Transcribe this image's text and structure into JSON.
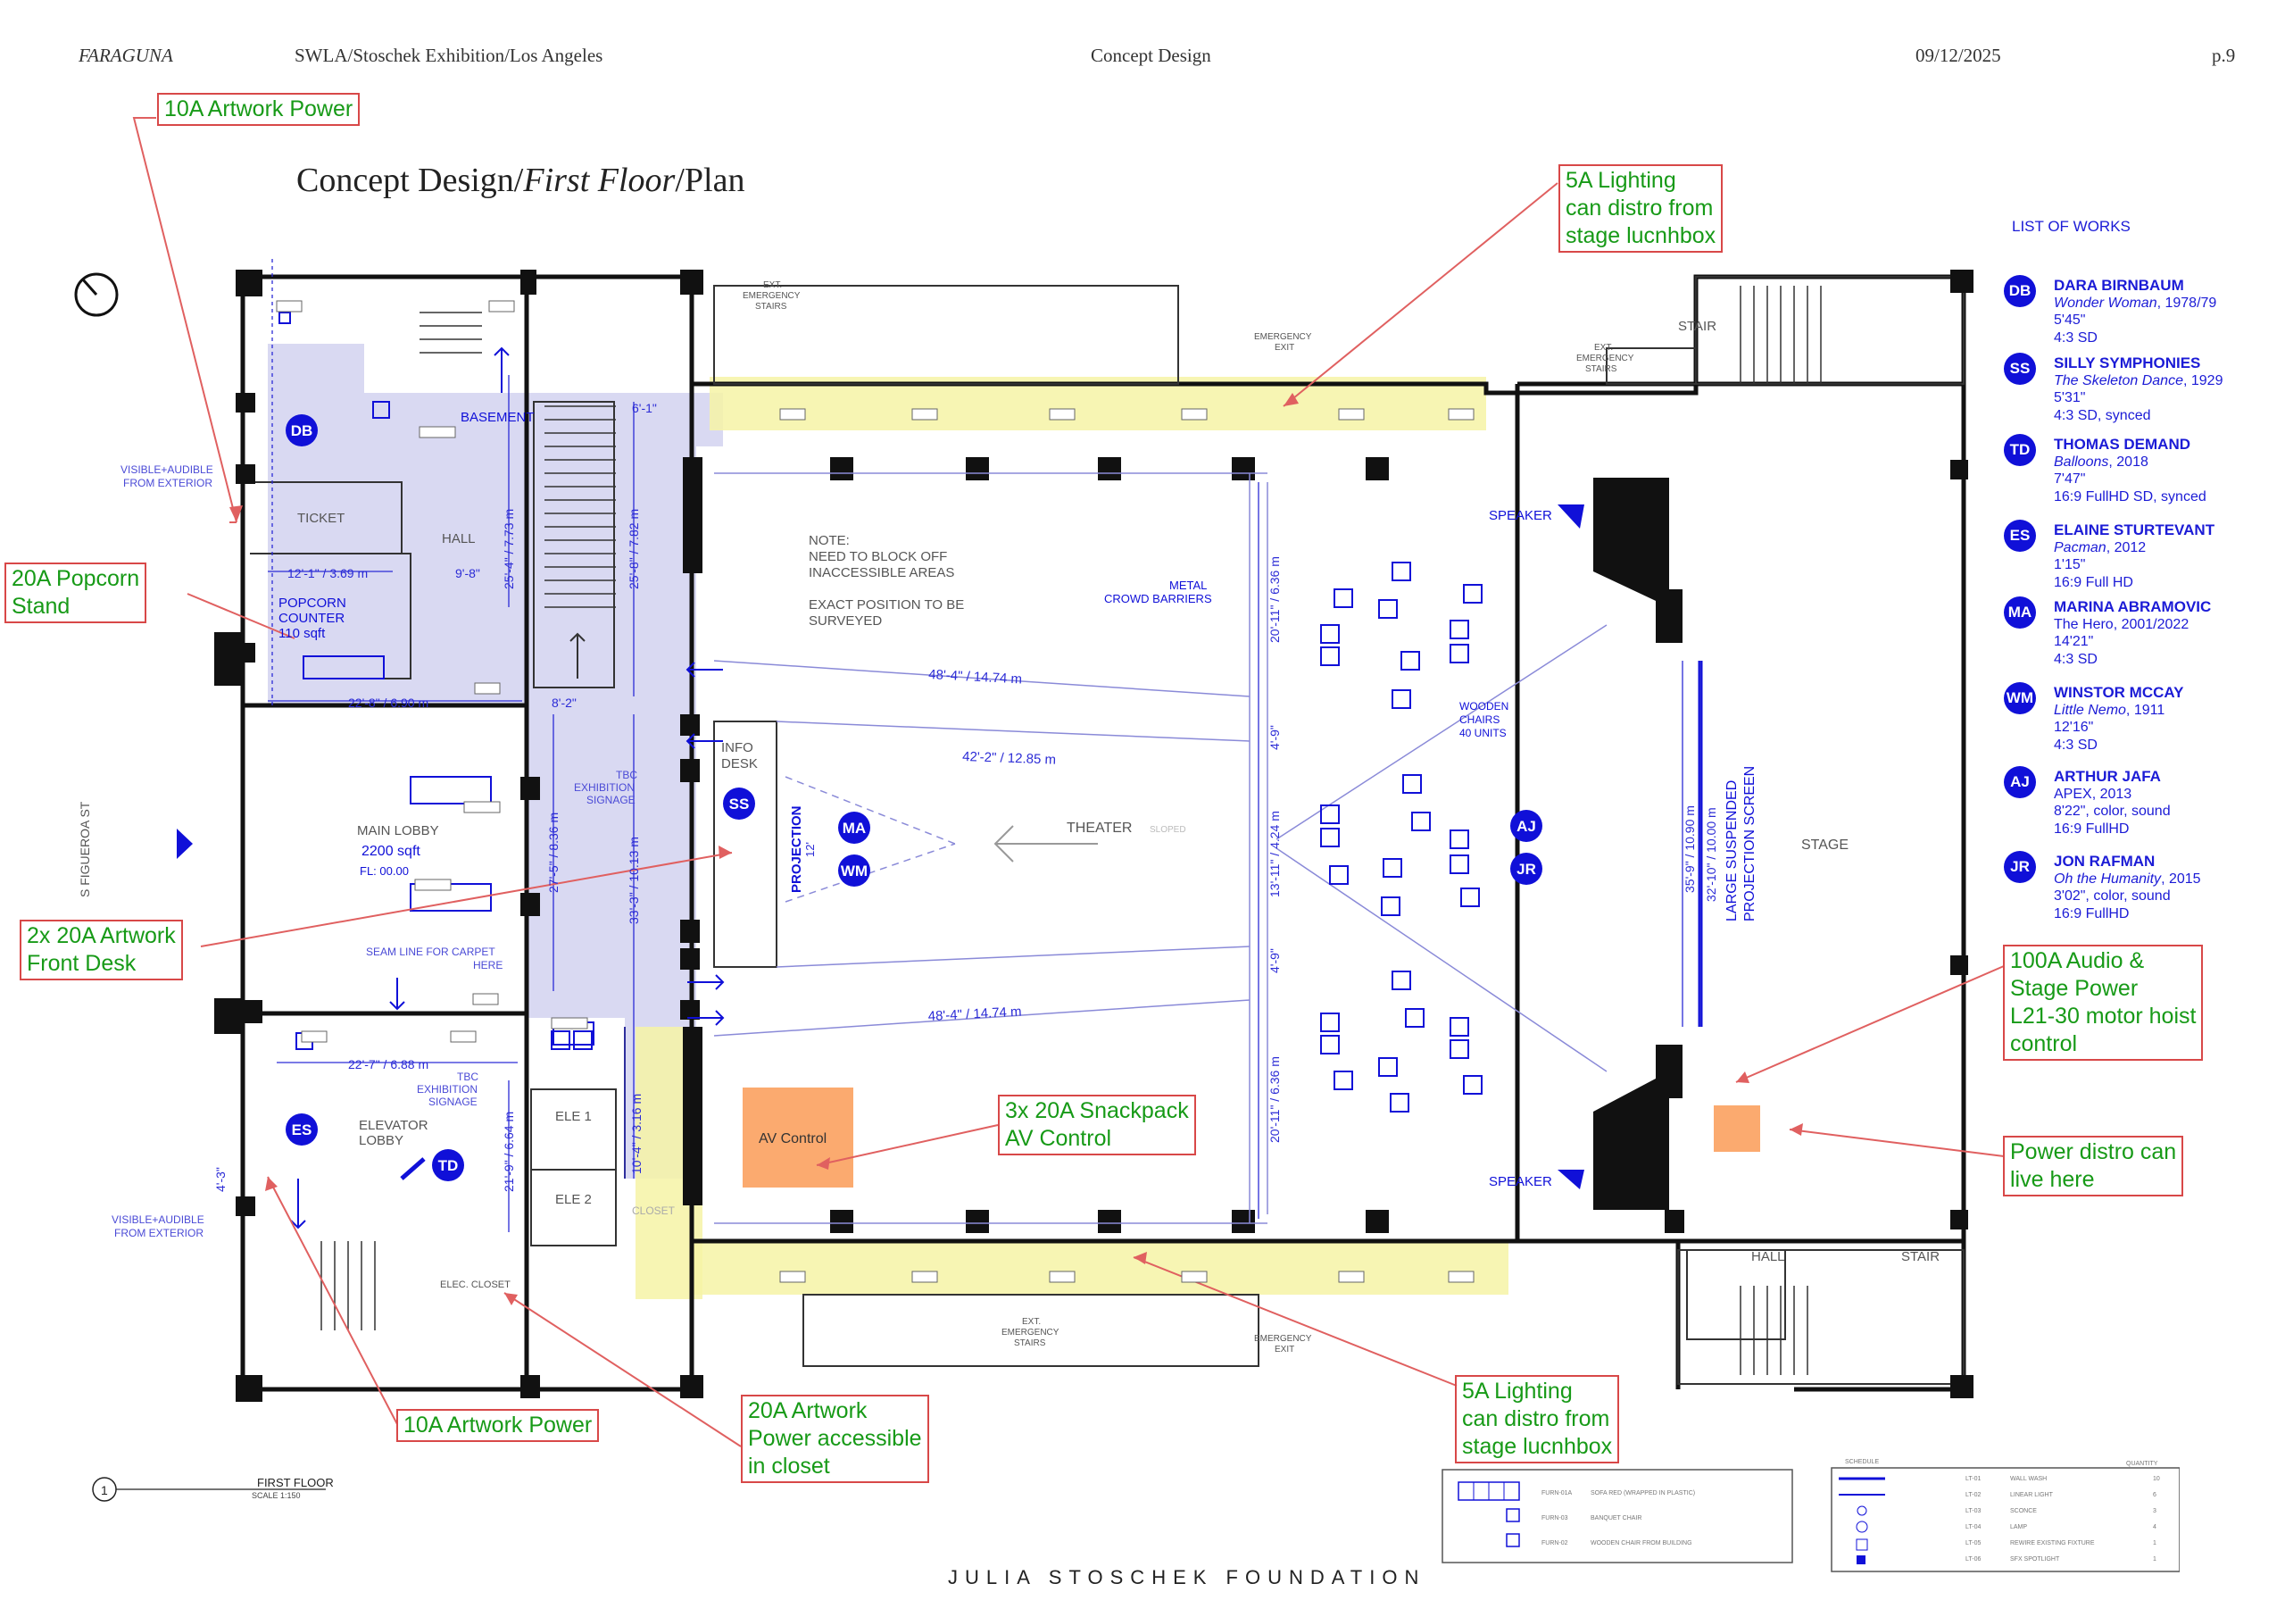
{
  "header": {
    "brand": "FARAGUNA",
    "project": "SWLA/Stoschek Exhibition/Los Angeles",
    "section": "Concept Design",
    "date": "09/12/2025",
    "page": "p.9"
  },
  "title": {
    "part1": "Concept Design/",
    "part2": "First Floor",
    "part3": "/Plan"
  },
  "works": {
    "heading": "LIST OF WORKS",
    "items": [
      {
        "code": "DB",
        "artist": "DARA BIRNBAUM",
        "piece": "Wonder Woman",
        "year": ", 1978/79",
        "duration": "5'45\"",
        "format": "4:3 SD"
      },
      {
        "code": "SS",
        "artist": "SILLY SYMPHONIES",
        "piece": "The Skeleton Dance",
        "year": ", 1929",
        "duration": "5'31\"",
        "format": "4:3 SD, synced"
      },
      {
        "code": "TD",
        "artist": "THOMAS DEMAND",
        "piece": "Balloons",
        "year": ", 2018",
        "duration": "7'47\"",
        "format": "16:9 FullHD SD, synced"
      },
      {
        "code": "ES",
        "artist": "ELAINE STURTEVANT",
        "piece": "Pacman",
        "year": ", 2012",
        "duration": "1'15\"",
        "format": "16:9 Full HD"
      },
      {
        "code": "MA",
        "artist": "MARINA ABRAMOVIC",
        "piece": "",
        "year": "The Hero, 2001/2022",
        "duration": "14'21\"",
        "format": "4:3 SD"
      },
      {
        "code": "WM",
        "artist": "WINSTOR MCCAY",
        "piece": "Little Nemo",
        "year": ", 1911",
        "duration": "12'16\"",
        "format": "4:3 SD"
      },
      {
        "code": "AJ",
        "artist": "ARTHUR JAFA",
        "piece": "",
        "year": "APEX, 2013",
        "duration": "8'22\", color, sound",
        "format": "16:9 FullHD"
      },
      {
        "code": "JR",
        "artist": "JON RAFMAN",
        "piece": "Oh the Humanity",
        "year": ", 2015",
        "duration": "3'02\", color, sound",
        "format": "16:9 FullHD"
      }
    ]
  },
  "notes": {
    "n1": "10A Artwork Power",
    "n2a": "5A Lighting",
    "n2b": "can distro from",
    "n2c": "stage lucnhbox",
    "n3a": "20A Popcorn",
    "n3b": "Stand",
    "n4a": "2x 20A Artwork",
    "n4b": "Front Desk",
    "n5a": "100A Audio &",
    "n5b": "Stage Power",
    "n5c": "L21-30 motor hoist",
    "n5d": "control",
    "n6a": "3x 20A Snackpack",
    "n6b": "AV Control",
    "n7a": "Power distro can",
    "n7b": "live here",
    "n8": "10A Artwork Power",
    "n9a": "20A Artwork",
    "n9b": "Power accessible",
    "n9c": "in closet",
    "n10a": "5A Lighting",
    "n10b": "can distro from",
    "n10c": "stage lucnhbox"
  },
  "plan": {
    "basement": "BASEMENT",
    "hall": "HALL",
    "ticket": "TICKET",
    "popcorn1": "POPCORN",
    "popcorn2": "COUNTER",
    "popcorn3": "110 sqft",
    "main_lobby": "MAIN LOBBY",
    "lobby_area": "2200 sqft",
    "fl": "FL: 00.00",
    "elevator_lobby1": "ELEVATOR",
    "elevator_lobby2": "LOBBY",
    "ele1": "ELE 1",
    "ele2": "ELE 2",
    "closet": "CLOSET",
    "elec_closet": "ELEC. CLOSET",
    "info_desk1": "INFO",
    "info_desk2": "DESK",
    "projection": "PROJECTION",
    "theater": "THEATER",
    "sloped": "SLOPED",
    "stage": "STAGE",
    "stair": "STAIR",
    "hall2": "HALL",
    "stair2": "STAIR",
    "speaker": "SPEAKER",
    "av_control": "AV Control",
    "note1": "NOTE:",
    "note2": "NEED TO BLOCK OFF",
    "note3": "INACCESSIBLE AREAS",
    "note4": "EXACT POSITION TO BE",
    "note5": "SURVEYED",
    "metal1": "METAL",
    "metal2": "CROWD BARRIERS",
    "chairs1": "WOODEN",
    "chairs2": "CHAIRS",
    "chairs3": "40 UNITS",
    "screen1": "LARGE SUSPENDED",
    "screen2": "PROJECTION SCREEN",
    "ext_stairs1": "EXT.",
    "ext_stairs2": "EMERGENCY",
    "ext_stairs3": "STAIRS",
    "emergency1": "EMERGENCY",
    "emergency2": "EXIT",
    "visible1": "VISIBLE+AUDIBLE",
    "visible2": "FROM EXTERIOR",
    "tbc1": "TBC",
    "tbc2": "EXHIBITION",
    "tbc3": "SIGNAGE",
    "seam1": "SEAM LINE FOR CARPET",
    "seam2": "HERE",
    "street": "S FIGUEROA ST",
    "dim_12": "12'-1\" / 3.69 m",
    "dim_22_8": "22'-8\" / 6.90 m",
    "dim_22_7": "22'-7\" / 6.88 m",
    "dim_48a": "48'-4\" / 14.74 m",
    "dim_42": "42'-2\" / 12.85 m",
    "dim_48b": "48'-4\" / 14.74 m",
    "dim_25_4": "25'-4\" / 7.73 m",
    "dim_25_8": "25'-8\" / 7.82 m",
    "dim_27_5": "27'-5\" / 8.36 m",
    "dim_33_3": "33'-3\" / 10.13 m",
    "dim_10_4": "10'-4\" / 3.16 m",
    "dim_21_9": "21'-9\" / 6.64 m",
    "dim_20a": "20'-11\" / 6.36 m",
    "dim_13": "13'-11\" / 4.24 m",
    "dim_20b": "20'-11\" / 6.36 m",
    "dim_4_9a": "4'-9\"",
    "dim_4_9b": "4'-9\"",
    "dim_35": "35'-9\" / 10.90 m",
    "dim_32": "32'-10\" / 10.00 m",
    "dim_8_2": "8'-2\"",
    "dim_9_8": "9'-8\"",
    "dim_6_1": "6'-1\"",
    "dim_4_3": "4'-3\"",
    "dim_12p": "12'",
    "floor_label": "FIRST FLOOR",
    "scale": "SCALE    1:150",
    "floor_num": "1"
  },
  "legend": {
    "left": [
      {
        "code": "FURN-01A",
        "desc": "SOFA RED (WRAPPED IN PLASTIC)"
      },
      {
        "code": "FURN-03",
        "desc": "BANQUET CHAIR"
      },
      {
        "code": "FURN-02",
        "desc": "WOODEN CHAIR FROM BUILDING"
      }
    ],
    "schedule": "SCHEDULE",
    "quantity": "QUANTITY",
    "right": [
      {
        "code": "LT-01",
        "desc": "WALL WASH",
        "qty": "10"
      },
      {
        "code": "LT-02",
        "desc": "LINEAR LIGHT",
        "qty": "6"
      },
      {
        "code": "LT-03",
        "desc": "SCONCE",
        "qty": "3"
      },
      {
        "code": "LT-04",
        "desc": "LAMP",
        "qty": "4"
      },
      {
        "code": "LT-05",
        "desc": "REWIRE EXISTING FIXTURE",
        "qty": "1"
      },
      {
        "code": "LT-06",
        "desc": "SFX SPOTLIGHT",
        "qty": "1"
      }
    ]
  },
  "footer": "JULIA STOSCHEK FOUNDATION",
  "colors": {
    "plan_blue": "#2b2bd6",
    "lobby_fill": "#d9d9f2",
    "highlight": "#f6f3a6",
    "av_box": "#fbaa6f",
    "note_border": "#d84848",
    "note_text": "#179a17"
  }
}
